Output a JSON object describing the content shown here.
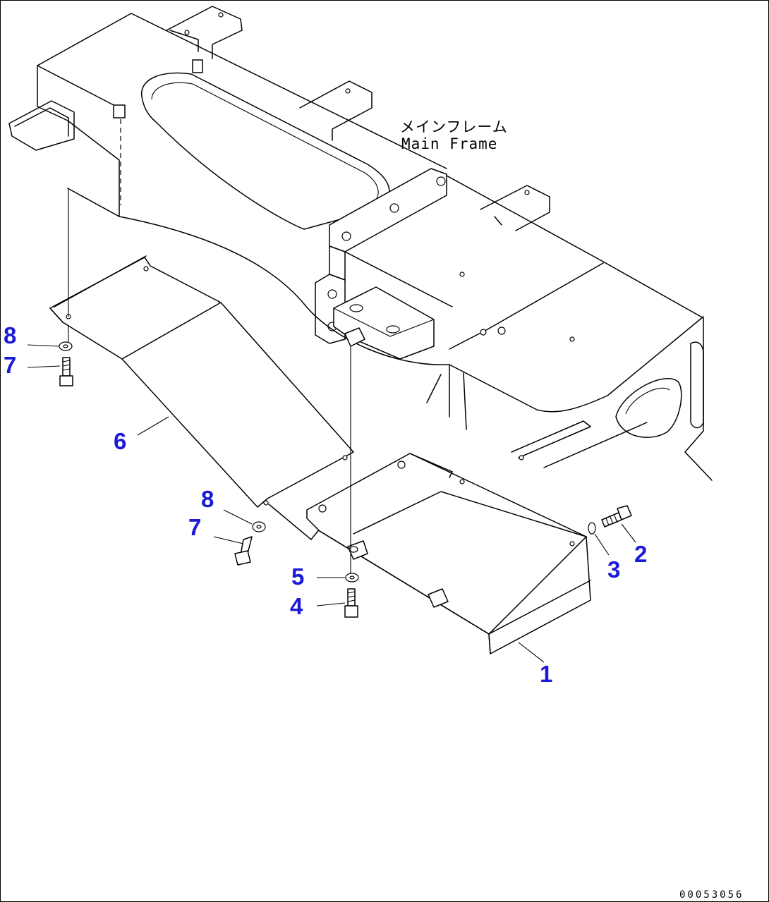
{
  "frame_label": {
    "japanese": "メインフレーム",
    "english": "Main Frame"
  },
  "callouts": {
    "c1": "1",
    "c2": "2",
    "c3": "3",
    "c4": "4",
    "c5": "5",
    "c6": "6",
    "c7a": "7",
    "c7b": "7",
    "c8a": "8",
    "c8b": "8"
  },
  "drawing_number": "00053056",
  "colors": {
    "callout": "#1a1ad8",
    "line": "#000000",
    "background": "#ffffff"
  }
}
